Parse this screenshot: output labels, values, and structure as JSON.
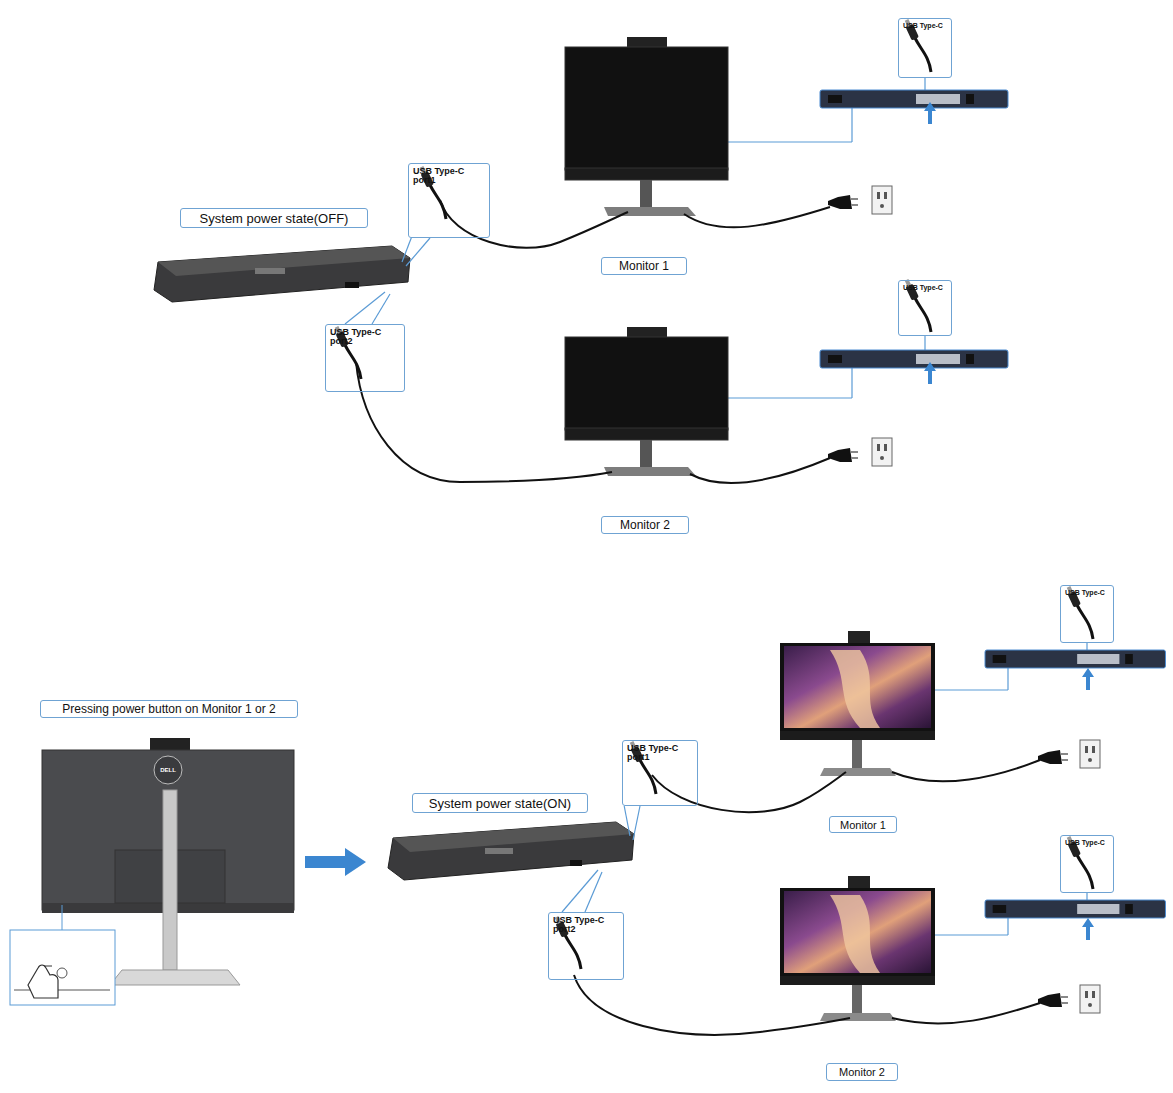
{
  "diagram": {
    "nodes": [
      {
        "text": [
          "USB Type-C"
        ]
      },
      {
        "text": [
          "System power state(OFF)"
        ]
      },
      {
        "text": [
          "USB Type-C port1"
        ]
      },
      {
        "text": [
          "Monitor 1"
        ]
      },
      {
        "text": [
          "USB Type-C port2"
        ]
      },
      {
        "text": [
          "USB Type-C"
        ]
      },
      {
        "text": [
          "Monitor 2"
        ]
      },
      {
        "text": [
          "USB Type-C"
        ]
      },
      {
        "text": [
          "Pressing power button on Monitor 1 or 2"
        ]
      },
      {
        "text": [
          "USB Type-C port1"
        ]
      },
      {
        "text": [
          "System power state(ON)"
        ]
      },
      {
        "text": [
          "USB Type-C"
        ]
      },
      {
        "text": [
          "Monitor 1"
        ]
      },
      {
        "text": [
          "USB Type-C port2"
        ]
      },
      {
        "text": [
          "Monitor 2"
        ]
      }
    ],
    "labels": [
      "DELL"
    ]
  }
}
